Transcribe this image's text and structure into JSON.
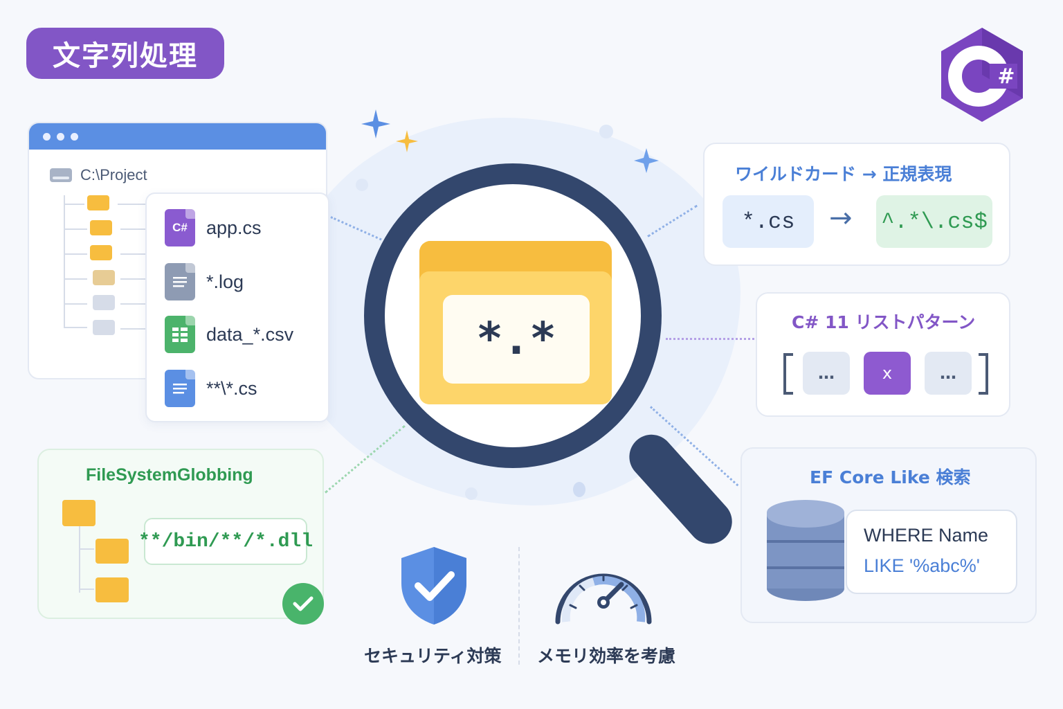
{
  "title": "文字列処理",
  "logo": {
    "text": "C#",
    "color": "#6a3aa8"
  },
  "explorer": {
    "path": "C:\\Project",
    "files": [
      {
        "icon": "csharp-file-icon",
        "badge": "C#",
        "name": "app.cs"
      },
      {
        "icon": "text-file-icon",
        "name": "*.log"
      },
      {
        "icon": "spreadsheet-file-icon",
        "name": "data_*.csv"
      },
      {
        "icon": "document-file-icon",
        "name": "**\\*.cs"
      }
    ]
  },
  "center": {
    "folder_label": "*.*"
  },
  "wildcard": {
    "title": "ワイルドカード → 正規表現",
    "from": "*.cs",
    "arrow": "→",
    "to": "^.*\\.cs$"
  },
  "list_pattern": {
    "title": "C# 11 リストパターン",
    "items": [
      "…",
      "x",
      "…"
    ]
  },
  "ef_core": {
    "title": "EF Core Like 検索",
    "sql_line1": "WHERE Name",
    "sql_line2": "LIKE '%abc%'"
  },
  "globbing": {
    "title": "FileSystemGlobbing",
    "pattern": "**/bin/**/*.dll"
  },
  "bottom": {
    "security": "セキュリティ対策",
    "memory": "メモリ効率を考慮"
  },
  "colors": {
    "accent_purple": "#8256c6",
    "navy": "#33476d",
    "blue": "#5b8fe3",
    "green": "#49b46b",
    "folder_yellow": "#fdd56a"
  }
}
